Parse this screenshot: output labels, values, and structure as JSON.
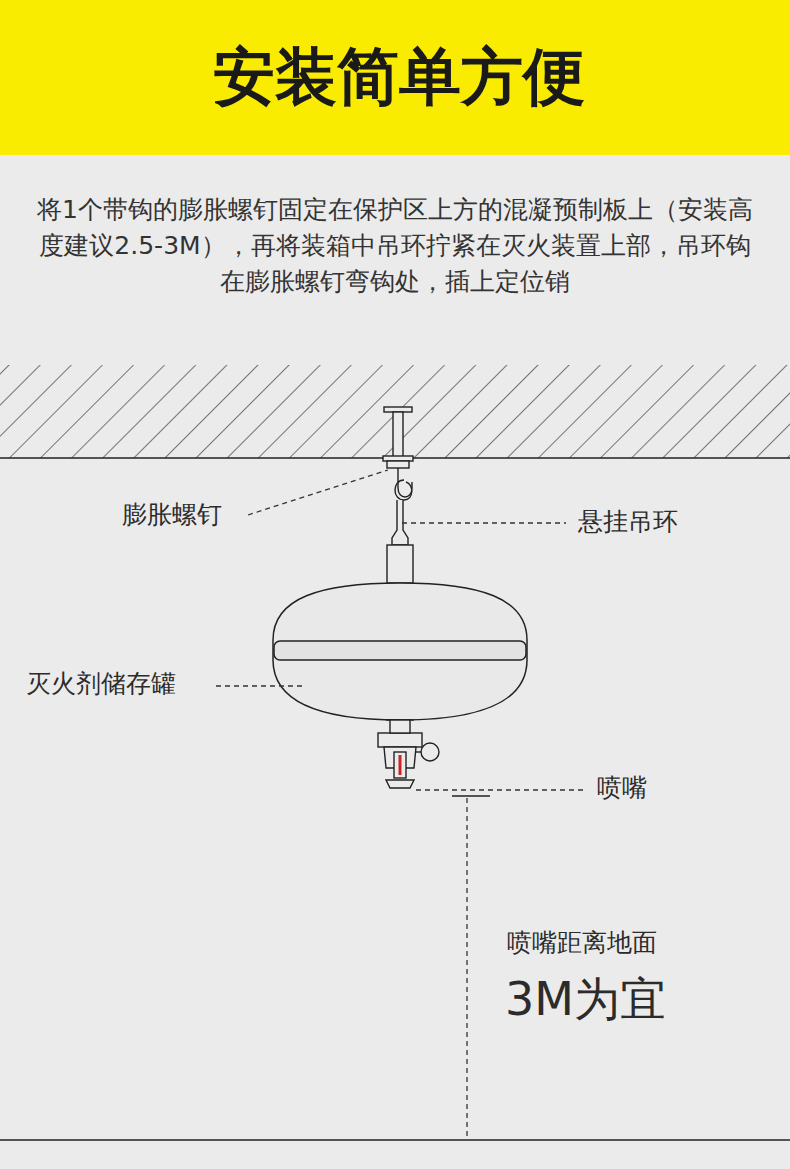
{
  "diagram": {
    "title": "安装简单方便",
    "labels": [
      "将1个带钩的膨胀螺钉固定在保护区上方的混凝预制板上（安装高度建议2.5-3M），再将装箱中吊环拧紧在灭火装置上部，吊环钩在膨胀螺钉弯钩处，插上定位销",
      "膨胀螺钉",
      "悬挂吊环",
      "灭火剂储存罐",
      "喷嘴",
      "喷嘴距离地面",
      "3M为宜"
    ]
  }
}
